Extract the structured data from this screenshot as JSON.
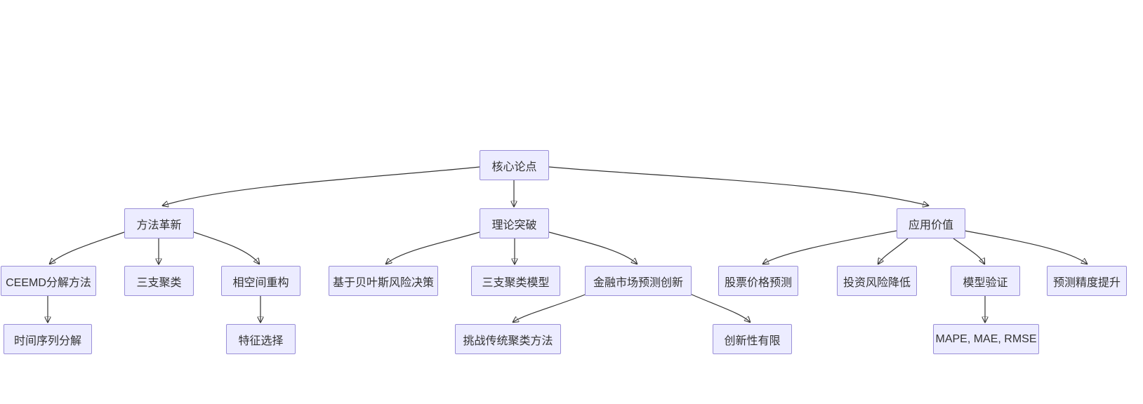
{
  "diagram": {
    "kind": "tree-flowchart",
    "background_color": "#ffffff",
    "node_fill_color": "#ECECFF",
    "node_border_color": "#9a8fd8",
    "node_text_color": "#333333",
    "edge_color": "#333333"
  },
  "nodes": {
    "root": {
      "label": "核心论点"
    },
    "method": {
      "label": "方法革新"
    },
    "theory": {
      "label": "理论突破"
    },
    "application": {
      "label": "应用价值"
    },
    "ceemd": {
      "label": "CEEMD分解方法"
    },
    "three_way": {
      "label": "三支聚类"
    },
    "phase_space": {
      "label": "相空间重构"
    },
    "bayesian": {
      "label": "基于贝叶斯风险决策"
    },
    "twc_model": {
      "label": "三支聚类模型"
    },
    "fin_innovation": {
      "label": "金融市场预测创新"
    },
    "stock": {
      "label": "股票价格预测"
    },
    "risk": {
      "label": "投资风险降低"
    },
    "validation": {
      "label": "模型验证"
    },
    "accuracy": {
      "label": "预测精度提升"
    },
    "ts_decomp": {
      "label": "时间序列分解"
    },
    "feature": {
      "label": "特征选择"
    },
    "challenge": {
      "label": "挑战传统聚类方法"
    },
    "limited": {
      "label": "创新性有限"
    },
    "metrics": {
      "label": "MAPE, MAE, RMSE"
    }
  },
  "edges": [
    {
      "from": "root",
      "to": "method"
    },
    {
      "from": "root",
      "to": "theory"
    },
    {
      "from": "root",
      "to": "application"
    },
    {
      "from": "method",
      "to": "ceemd"
    },
    {
      "from": "method",
      "to": "three_way"
    },
    {
      "from": "method",
      "to": "phase_space"
    },
    {
      "from": "theory",
      "to": "bayesian"
    },
    {
      "from": "theory",
      "to": "twc_model"
    },
    {
      "from": "theory",
      "to": "fin_innovation"
    },
    {
      "from": "application",
      "to": "stock"
    },
    {
      "from": "application",
      "to": "risk"
    },
    {
      "from": "application",
      "to": "validation"
    },
    {
      "from": "application",
      "to": "accuracy"
    },
    {
      "from": "ceemd",
      "to": "ts_decomp"
    },
    {
      "from": "phase_space",
      "to": "feature"
    },
    {
      "from": "fin_innovation",
      "to": "challenge"
    },
    {
      "from": "fin_innovation",
      "to": "limited"
    },
    {
      "from": "validation",
      "to": "metrics"
    }
  ]
}
